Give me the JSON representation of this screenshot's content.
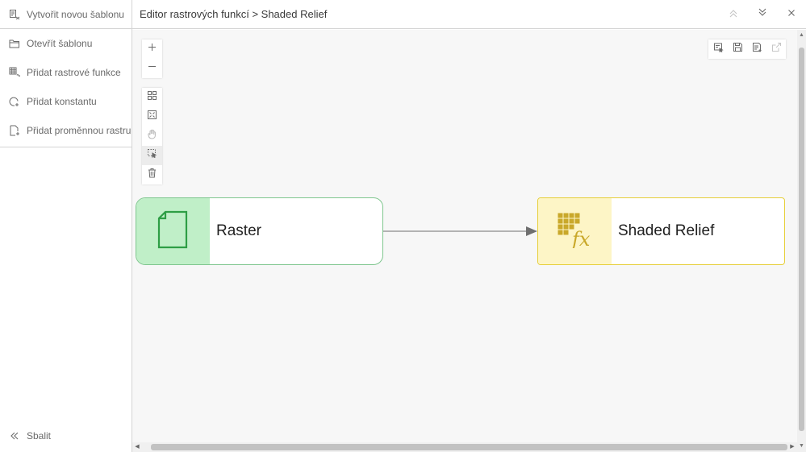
{
  "sidebar": {
    "items": [
      {
        "label": "Vytvořit novou šablonu",
        "icon": "new-template-icon"
      },
      {
        "label": "Otevřít šablonu",
        "icon": "folder-open-icon"
      },
      {
        "label": "Přidat rastrové funkce",
        "icon": "raster-function-icon"
      },
      {
        "label": "Přidat konstantu",
        "icon": "constant-icon"
      },
      {
        "label": "Přidat proměnnou rastru",
        "icon": "raster-variable-icon"
      }
    ],
    "collapse_label": "Sbalit"
  },
  "header": {
    "title": "Editor rastrových funkcí > Shaded Relief"
  },
  "canvas": {
    "nodes": [
      {
        "label": "Raster",
        "type": "raster",
        "color": "#c0efc8",
        "border": "#7fc68e"
      },
      {
        "label": "Shaded Relief",
        "type": "function",
        "color": "#fdf5c6",
        "border": "#e6cf3a"
      }
    ]
  },
  "colors": {
    "raster_accent": "#2e9e45",
    "function_accent": "#c9a82a"
  }
}
